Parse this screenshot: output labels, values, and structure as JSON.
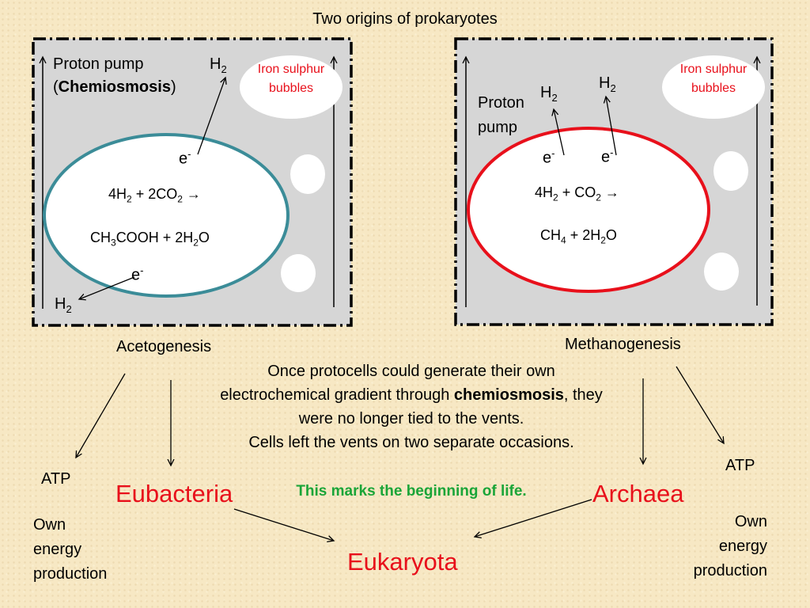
{
  "title": "Two origins of prokaryotes",
  "left_panel": {
    "proton_pump": "Proton pump",
    "chemiosmosis_bold": "Chemiosmosis",
    "paren_open": "(",
    "paren_close": ")",
    "h": "H",
    "sub2": "2",
    "e": "e",
    "minus": "-",
    "iron": "Iron sulphur bubbles",
    "eq_line1": {
      "a": "4H",
      "b": " + 2CO",
      "c": " →"
    },
    "eq_line2": {
      "a": "CH",
      "b": "COOH + 2H",
      "c": "O",
      "sub3": "3"
    },
    "label": "Acetogenesis"
  },
  "right_panel": {
    "proton_pump_1": "Proton",
    "proton_pump_2": "pump",
    "iron": "Iron sulphur bubbles",
    "eq_line1": {
      "a": "4H",
      "b": " + CO",
      "c": " →"
    },
    "eq_line2": {
      "a": "CH",
      "b": " + 2H",
      "c": "O",
      "sub4": "4"
    },
    "label": "Methanogenesis"
  },
  "center_text": {
    "line1": "Once protocells could generate their own electrochemical gradient through",
    "bold_word": "chemiosmosis",
    "line2": ", they were no longer tied to the vents.",
    "line3": "Cells left the vents on two separate occasions.",
    "green": "This marks the beginning of life."
  },
  "bottom": {
    "atp": "ATP",
    "own_energy_1": "Own",
    "own_energy_2": "energy",
    "own_energy_3": "production",
    "eubacteria": "Eubacteria",
    "archaea": "Archaea",
    "eukaryota": "Eukaryota"
  },
  "colors": {
    "panel_fill": "#d6d6d6",
    "left_cell_border": "#3b8c98",
    "right_cell_border": "#e8101b",
    "red_text": "#e8101b",
    "green_text": "#1aa538"
  }
}
